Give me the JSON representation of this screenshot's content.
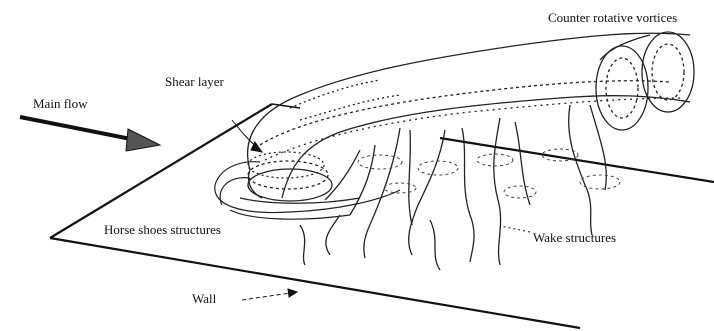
{
  "labels": {
    "counter_vortices": "Counter rotative vortices",
    "main_flow": "Main flow",
    "shear_layer": "Shear layer",
    "horse_shoes": "Horse shoes structures",
    "wake": "Wake structures",
    "wall": "Wall"
  },
  "colors": {
    "ink": "#111111",
    "arrow_head": "#555555",
    "background": "#ffffff"
  }
}
